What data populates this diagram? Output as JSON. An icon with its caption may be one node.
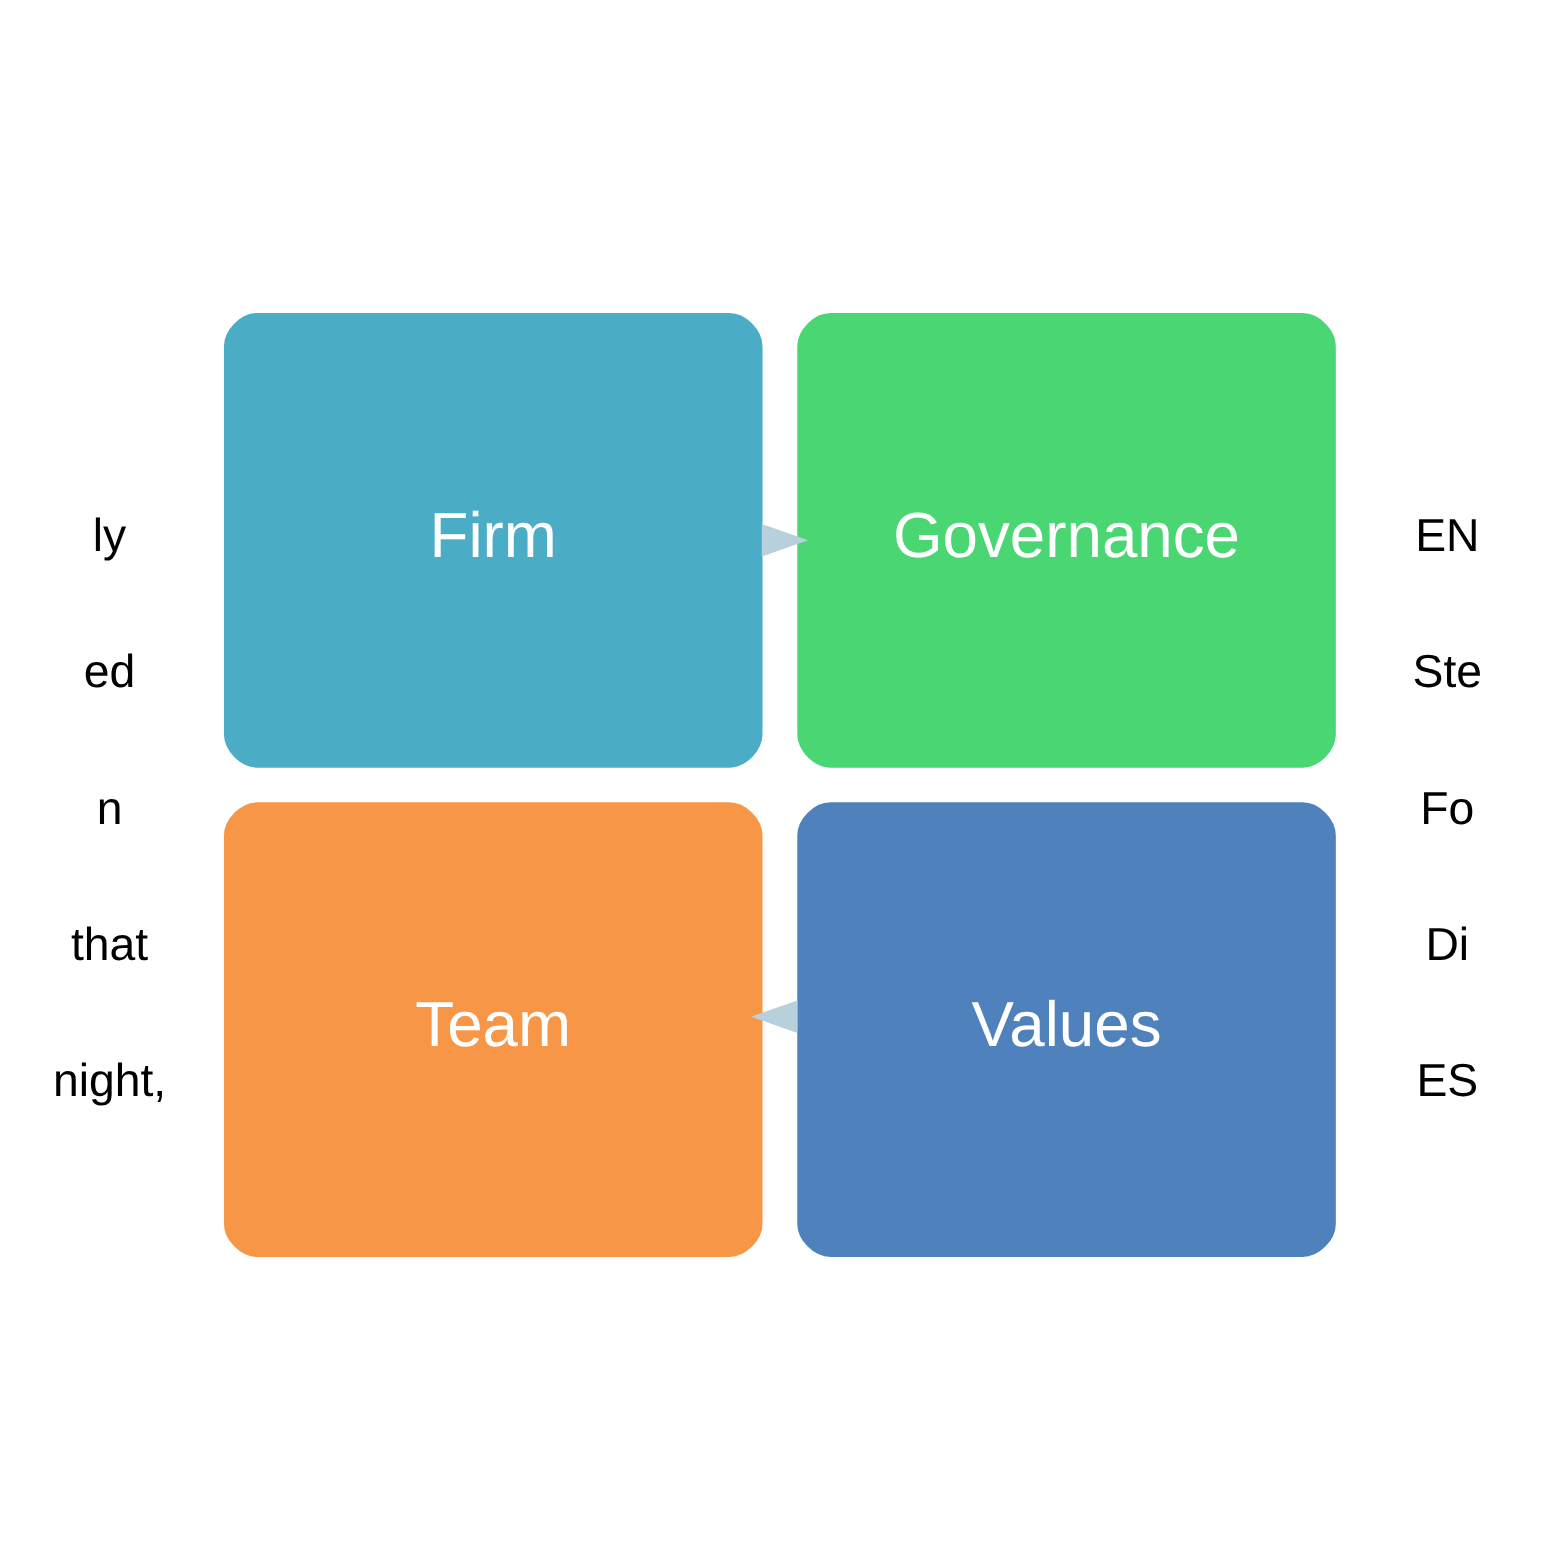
{
  "diagram": {
    "nodes": [
      {
        "text": [
          "Firm"
        ]
      },
      {
        "text": [
          "Governance"
        ]
      },
      {
        "text": [
          "Team"
        ]
      },
      {
        "text": [
          "Values"
        ]
      }
    ],
    "edges": [
      {
        "from": 0,
        "to": 1,
        "arrow": "to"
      },
      {
        "from": 3,
        "to": 2,
        "arrow": "to"
      }
    ],
    "labels": [
      "ly",
      "ed",
      "n",
      "that",
      "night,",
      "EN",
      "Ste",
      "Fo",
      "Di",
      "ES"
    ]
  }
}
